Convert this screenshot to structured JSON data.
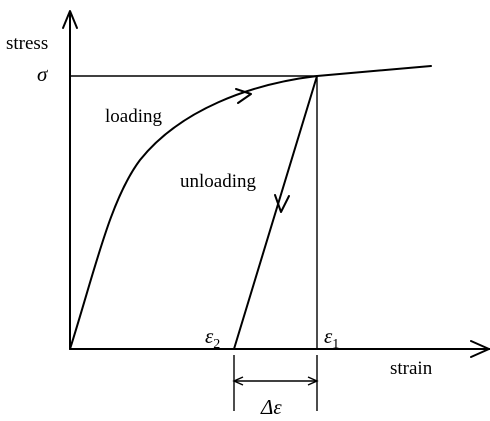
{
  "axes": {
    "y_label": "stress",
    "x_label": "strain"
  },
  "curve_labels": {
    "loading": "loading",
    "unloading": "unloading"
  },
  "symbols": {
    "sigma": "σ",
    "epsilon_2": "ε",
    "epsilon_2_sub": "2",
    "epsilon_1": "ε",
    "epsilon_1_sub": "1",
    "delta_epsilon": "Δε"
  }
}
